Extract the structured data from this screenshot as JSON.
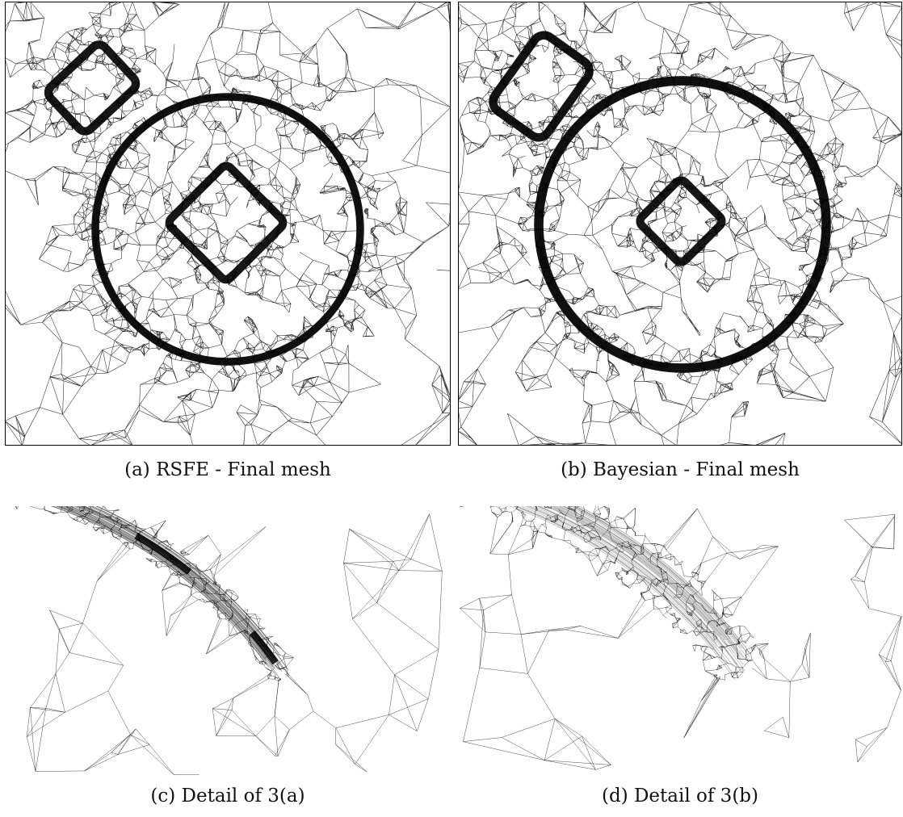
{
  "figure": {
    "panels": [
      {
        "id": "a",
        "caption": "(a) RSFE - Final mesh"
      },
      {
        "id": "b",
        "caption": "(b) Bayesian - Final mesh"
      },
      {
        "id": "c",
        "caption": "(c) Detail of 3(a)"
      },
      {
        "id": "d",
        "caption": "(d) Detail of 3(b)"
      }
    ]
  },
  "colors": {
    "mesh_line": "#000000",
    "background": "#ffffff"
  }
}
